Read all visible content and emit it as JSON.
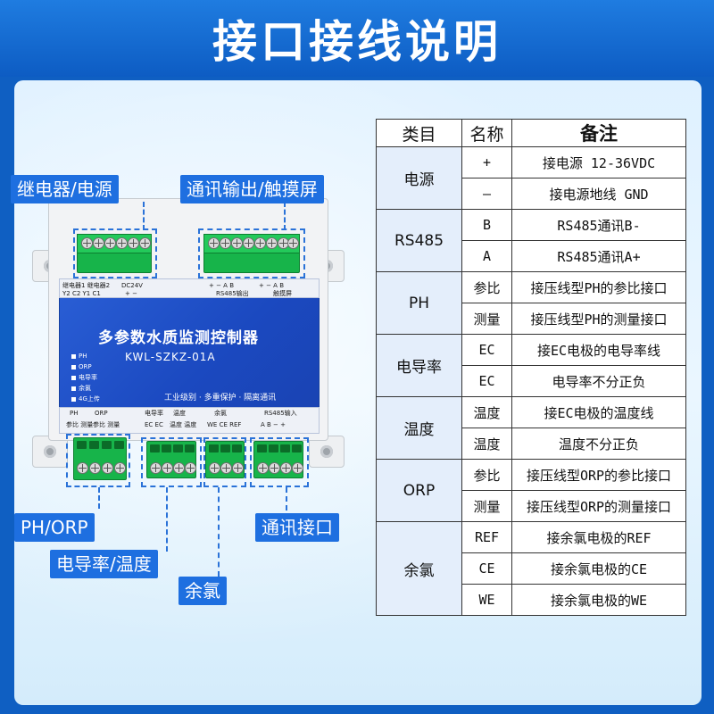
{
  "title": "接口接线说明",
  "callouts": {
    "relay_power": "继电器/电源",
    "comm_touch": "通讯输出/触摸屏",
    "ph_orp": "PH/ORP",
    "cond_temp": "电导率/温度",
    "chlorine": "余氯",
    "comm_port": "通讯接口"
  },
  "device": {
    "name": "多参数水质监测控制器",
    "model": "KWL-SZKZ-01A",
    "features": "工业级别 · 多重保护 · 隔离通讯",
    "leds": [
      "PH",
      "ORP",
      "电导率",
      "余氯",
      "4G上传"
    ],
    "top_labels": {
      "relay": "继电器1 继电器2",
      "relay_pins": "Y2 C2 Y1 C1",
      "power": "DC24V",
      "power_pins": "+  −",
      "rs485_out": "RS485输出",
      "rs485_out_pins": "+  −  A  B",
      "touch": "触摸屏",
      "touch_pins": "+  −  A  B"
    },
    "bottom_labels": {
      "ph": "PH",
      "orp": "ORP",
      "ph_pins": "参比 测量",
      "orp_pins": "参比 测量",
      "cond": "电导率",
      "temp": "温度",
      "cond_pins": "EC EC",
      "temp_pins": "温度 温度",
      "chlorine": "余氯",
      "chlorine_pins": "WE CE REF",
      "rs485_in": "RS485输入",
      "rs485_in_pins": "A  B  −  +"
    }
  },
  "table": {
    "headers": [
      "类目",
      "名称",
      "备注"
    ],
    "groups": [
      {
        "category": "电源",
        "rows": [
          {
            "name": "+",
            "note": "接电源 12-36VDC"
          },
          {
            "name": "—",
            "note": "接电源地线 GND"
          }
        ]
      },
      {
        "category": "RS485",
        "rows": [
          {
            "name": "B",
            "note": "RS485通讯B-"
          },
          {
            "name": "A",
            "note": "RS485通讯A+"
          }
        ]
      },
      {
        "category": "PH",
        "rows": [
          {
            "name": "参比",
            "note": "接压线型PH的参比接口"
          },
          {
            "name": "测量",
            "note": "接压线型PH的测量接口"
          }
        ]
      },
      {
        "category": "电导率",
        "rows": [
          {
            "name": "EC",
            "note": "接EC电极的电导率线"
          },
          {
            "name": "EC",
            "note": "电导率不分正负"
          }
        ]
      },
      {
        "category": "温度",
        "rows": [
          {
            "name": "温度",
            "note": "接EC电极的温度线"
          },
          {
            "name": "温度",
            "note": "温度不分正负"
          }
        ]
      },
      {
        "category": "ORP",
        "rows": [
          {
            "name": "参比",
            "note": "接压线型ORP的参比接口"
          },
          {
            "name": "测量",
            "note": "接压线型ORP的测量接口"
          }
        ]
      },
      {
        "category": "余氯",
        "rows": [
          {
            "name": "REF",
            "note": "接余氯电极的REF"
          },
          {
            "name": "CE",
            "note": "接余氯电极的CE"
          },
          {
            "name": "WE",
            "note": "接余氯电极的WE"
          }
        ]
      }
    ]
  },
  "colors": {
    "brand_blue": "#0f5fc2",
    "label_blue": "#1e6fe0",
    "terminal_green": "#17b44a",
    "device_face": "#2a5fd6"
  }
}
